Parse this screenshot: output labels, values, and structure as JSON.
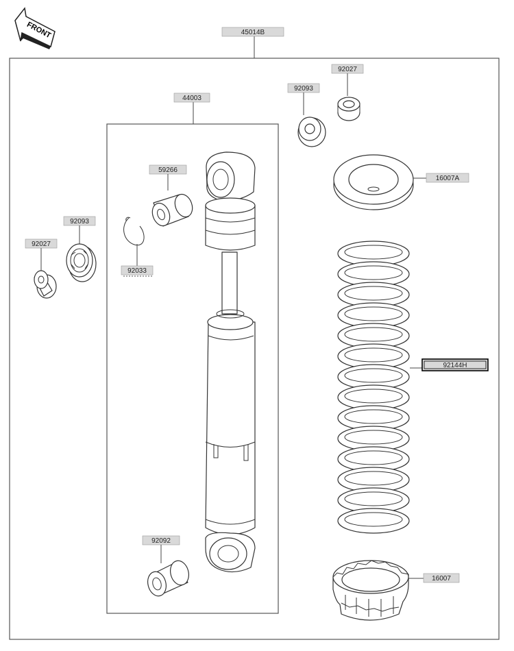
{
  "diagram": {
    "front_marker": "FRONT",
    "labels": {
      "assembly": "45014B",
      "shock_unit": "44003",
      "collar_top_right": "92027",
      "washer_top_right": "92093",
      "spring_seat": "16007A",
      "bushing_upper": "59266",
      "circlip": "92033",
      "bearing_left": "92093",
      "collar_left": "92027",
      "spring": "92144H",
      "bushing_lower": "92092",
      "adjuster": "16007"
    },
    "highlighted_label": "spring"
  }
}
